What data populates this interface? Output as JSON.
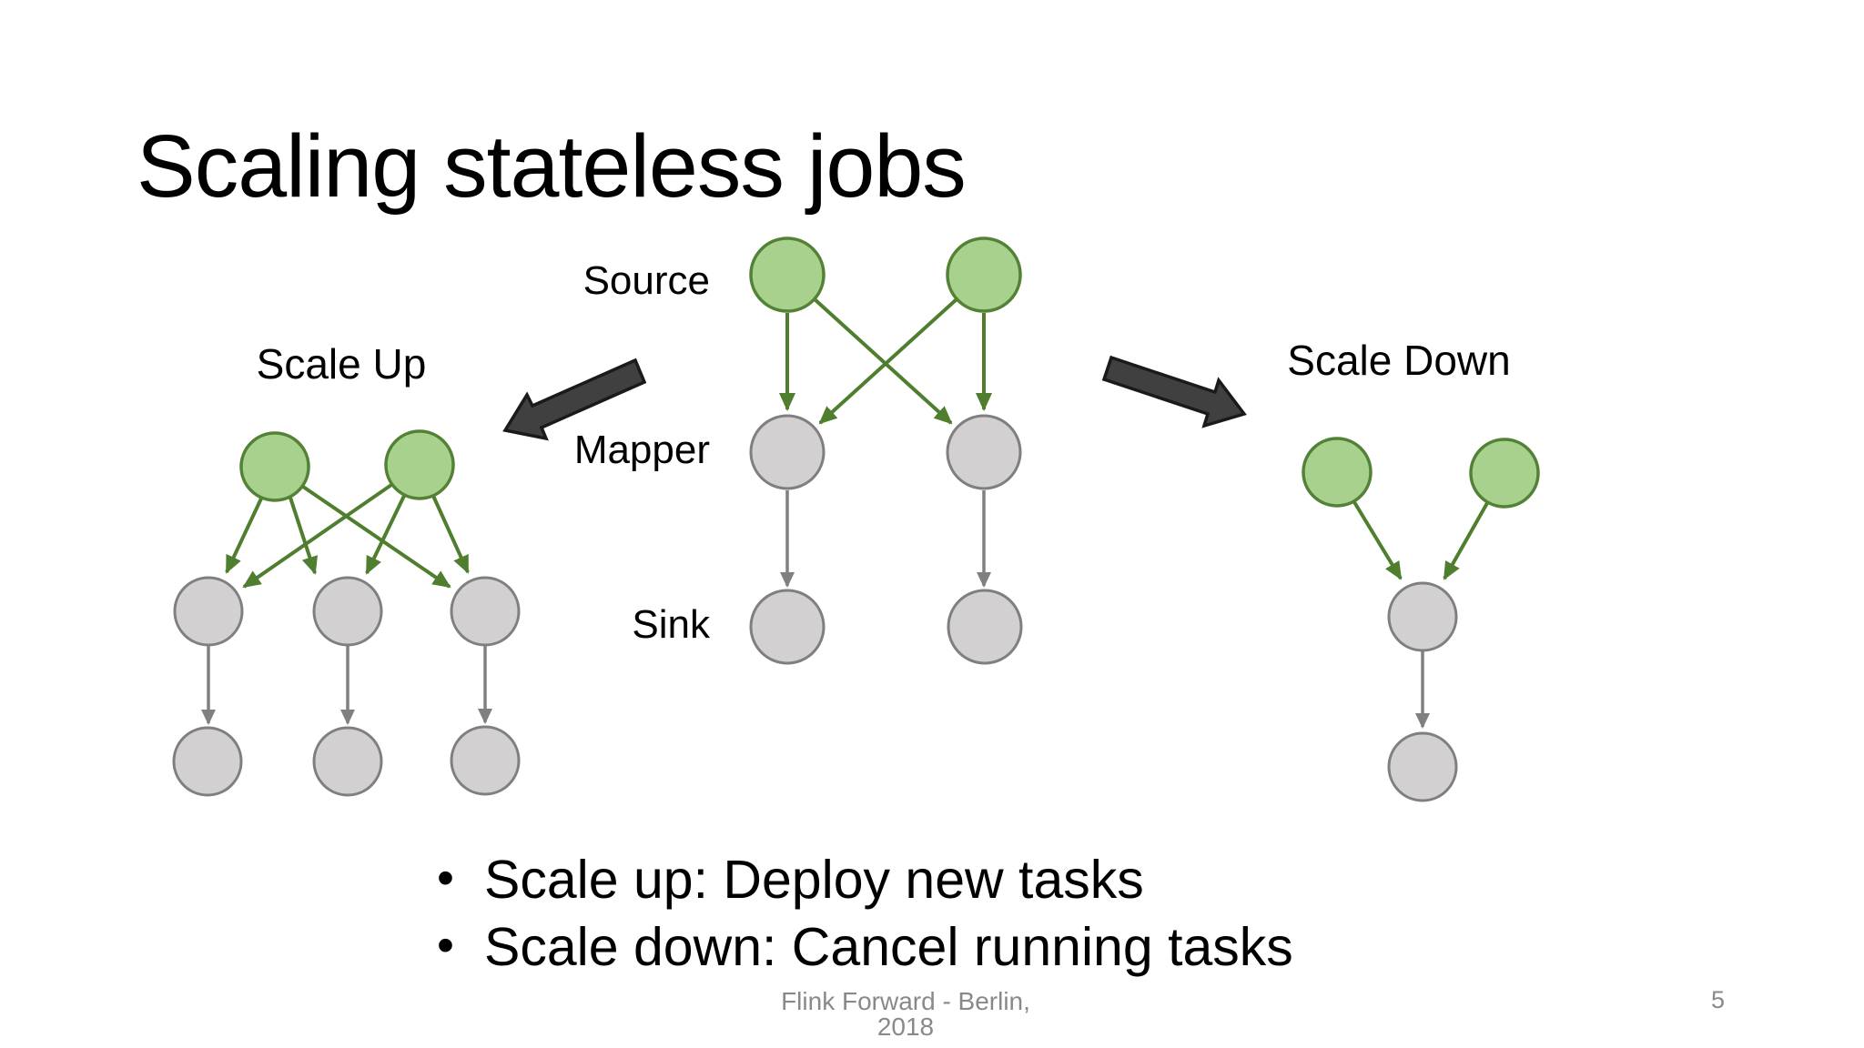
{
  "slide": {
    "title": "Scaling stateless jobs",
    "footer": "Flink Forward - Berlin, 2018",
    "page_number": "5"
  },
  "scale_up_label": "Scale Up",
  "scale_down_label": "Scale Down",
  "pipeline_labels": {
    "source": "Source",
    "mapper": "Mapper",
    "sink": "Sink"
  },
  "bullets": [
    "Scale up: Deploy new tasks",
    "Scale down: Cancel running tasks"
  ],
  "diagram": {
    "current_job": {
      "source_tasks": 2,
      "mapper_tasks": 2,
      "sink_tasks": 2
    },
    "scale_up_job": {
      "source_tasks": 2,
      "mapper_tasks": 3,
      "sink_tasks": 3
    },
    "scale_down_job": {
      "source_tasks": 2,
      "mapper_tasks": 1,
      "sink_tasks": 1
    }
  },
  "colors": {
    "background": "#ffffff",
    "text": "#000000",
    "muted_text": "#898989",
    "source_node_fill": "#a9d18e",
    "source_node_stroke": "#538135",
    "task_node_fill": "#d2d0d0",
    "task_node_stroke": "#7f7f7f",
    "green_arrow": "#4e7e2e",
    "gray_arrow": "#808080",
    "block_arrow_fill": "#404040",
    "block_arrow_stroke": "#1a1a1a"
  }
}
